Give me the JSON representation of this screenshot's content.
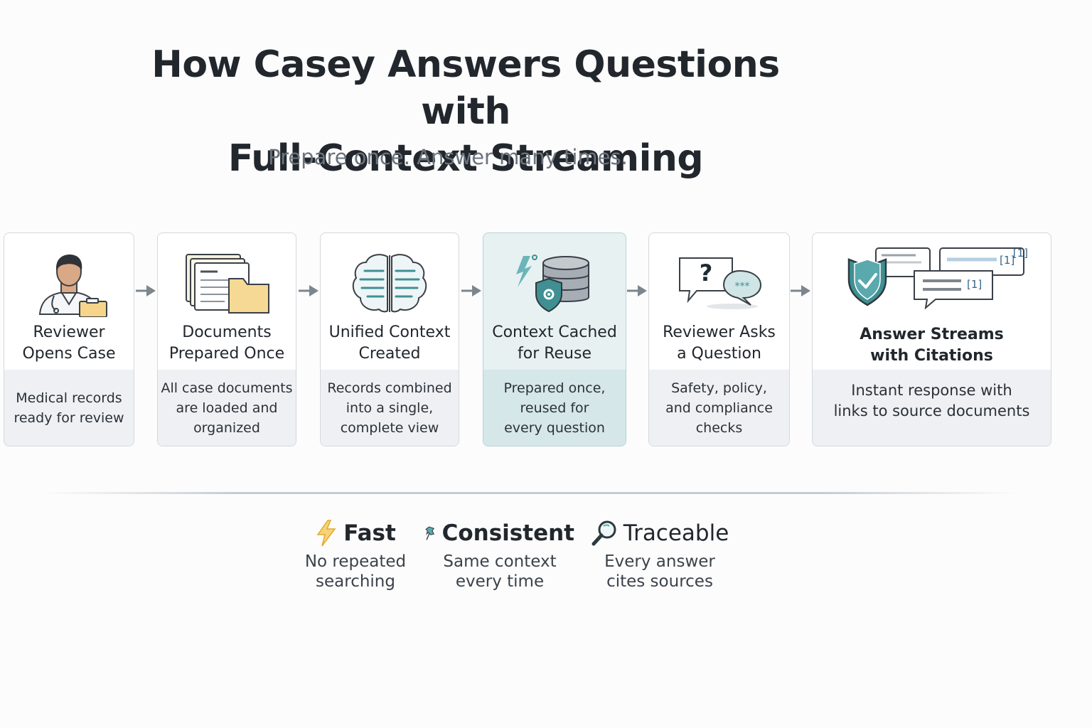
{
  "header": {
    "title_line1": "How Casey Answers Questions with",
    "title_line2": "Full-Context Streaming",
    "subtitle": "Prepare once. Answer many times."
  },
  "steps": [
    {
      "icon": "reviewer-avatar-icon",
      "title_line1": "Reviewer",
      "title_line2": "Opens Case",
      "desc_line1": "Medical records",
      "desc_line2": "ready for review",
      "desc_line3": ""
    },
    {
      "icon": "documents-folder-icon",
      "title_line1": "Documents",
      "title_line2": "Prepared Once",
      "desc_line1": "All case documents",
      "desc_line2": "are loaded and",
      "desc_line3": "organized"
    },
    {
      "icon": "brain-icon",
      "title_line1": "Unified Context",
      "title_line2": "Created",
      "desc_line1": "Records combined",
      "desc_line2": "into a single,",
      "desc_line3": "complete view"
    },
    {
      "icon": "database-shield-icon",
      "title_line1": "Context Cached",
      "title_line2": "for Reuse",
      "desc_line1": "Prepared once,",
      "desc_line2": "reused for",
      "desc_line3": "every question"
    },
    {
      "icon": "question-chat-icon",
      "title_line1": "Reviewer Asks",
      "title_line2": "a Question",
      "desc_line1": "Safety, policy,",
      "desc_line2": "and compliance",
      "desc_line3": "checks"
    },
    {
      "icon": "citation-chat-icon",
      "title_line1": "Answer Streams",
      "title_line2": "with Citations",
      "desc_line1": "Instant response with",
      "desc_line2": "links to source documents",
      "desc_line3": "",
      "citation": "[1]"
    }
  ],
  "benefits": [
    {
      "icon": "lightning-icon",
      "title": "Fast",
      "desc_line1": "No repeated",
      "desc_line2": "searching"
    },
    {
      "icon": "pushpin-icon",
      "title": "Consistent",
      "desc_line1": "Same context",
      "desc_line2": "every time"
    },
    {
      "icon": "magnifier-icon",
      "title": "Traceable",
      "desc_line1": "Every answer",
      "desc_line2": "cites sources"
    }
  ],
  "colors": {
    "accent_teal": "#3f8f93",
    "highlight_bg": "#e7f1f2",
    "arrow_gray": "#7d858d",
    "lightning_yellow": "#f2c14e"
  }
}
